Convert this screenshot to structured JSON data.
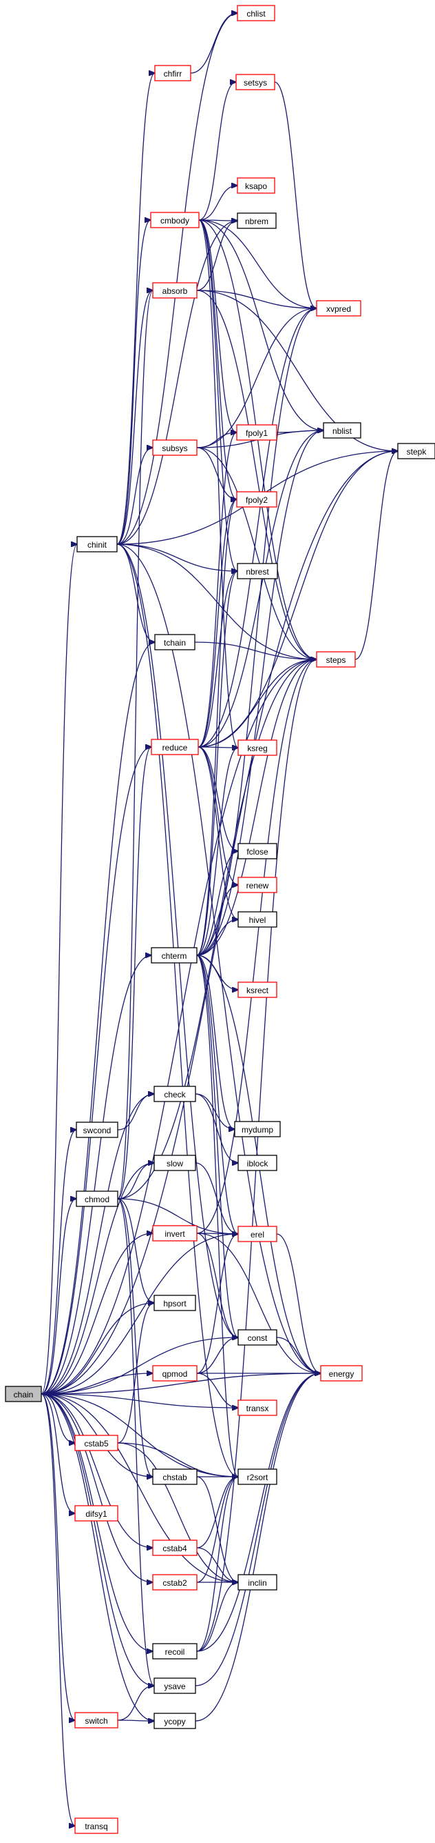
{
  "diagram": {
    "title": "chain call graph",
    "colors": {
      "edge": "#191970",
      "red_border": "#ff0000",
      "black_border": "#000000",
      "root_fill": "#bfbfbf"
    },
    "nodes": [
      {
        "id": "chain",
        "label": "chain",
        "style": "root"
      },
      {
        "id": "chlist",
        "label": "chlist",
        "style": "red"
      },
      {
        "id": "chfirr",
        "label": "chfirr",
        "style": "red"
      },
      {
        "id": "setsys",
        "label": "setsys",
        "style": "red"
      },
      {
        "id": "ksapo",
        "label": "ksapo",
        "style": "red"
      },
      {
        "id": "cmbody",
        "label": "cmbody",
        "style": "red"
      },
      {
        "id": "nbrem",
        "label": "nbrem",
        "style": "black"
      },
      {
        "id": "absorb",
        "label": "absorb",
        "style": "red"
      },
      {
        "id": "xvpred",
        "label": "xvpred",
        "style": "red"
      },
      {
        "id": "nblist",
        "label": "nblist",
        "style": "black"
      },
      {
        "id": "stepk",
        "label": "stepk",
        "style": "black"
      },
      {
        "id": "subsys",
        "label": "subsys",
        "style": "red"
      },
      {
        "id": "fpoly1",
        "label": "fpoly1",
        "style": "red"
      },
      {
        "id": "fpoly2",
        "label": "fpoly2",
        "style": "red"
      },
      {
        "id": "chinit",
        "label": "chinit",
        "style": "black"
      },
      {
        "id": "nbrest",
        "label": "nbrest",
        "style": "black"
      },
      {
        "id": "tchain",
        "label": "tchain",
        "style": "black"
      },
      {
        "id": "steps",
        "label": "steps",
        "style": "red"
      },
      {
        "id": "reduce",
        "label": "reduce",
        "style": "red"
      },
      {
        "id": "ksreg",
        "label": "ksreg",
        "style": "red"
      },
      {
        "id": "fclose",
        "label": "fclose",
        "style": "black"
      },
      {
        "id": "renew",
        "label": "renew",
        "style": "red"
      },
      {
        "id": "hivel",
        "label": "hivel",
        "style": "black"
      },
      {
        "id": "chterm",
        "label": "chterm",
        "style": "black"
      },
      {
        "id": "ksrect",
        "label": "ksrect",
        "style": "red"
      },
      {
        "id": "check",
        "label": "check",
        "style": "black"
      },
      {
        "id": "swcond",
        "label": "swcond",
        "style": "black"
      },
      {
        "id": "mydump",
        "label": "mydump",
        "style": "black"
      },
      {
        "id": "iblock",
        "label": "iblock",
        "style": "black"
      },
      {
        "id": "slow",
        "label": "slow",
        "style": "black"
      },
      {
        "id": "chmod",
        "label": "chmod",
        "style": "black"
      },
      {
        "id": "invert",
        "label": "invert",
        "style": "red"
      },
      {
        "id": "erel",
        "label": "erel",
        "style": "red"
      },
      {
        "id": "hpsort",
        "label": "hpsort",
        "style": "black"
      },
      {
        "id": "const",
        "label": "const",
        "style": "black"
      },
      {
        "id": "qpmod",
        "label": "qpmod",
        "style": "red"
      },
      {
        "id": "energy",
        "label": "energy",
        "style": "red"
      },
      {
        "id": "transx",
        "label": "transx",
        "style": "red"
      },
      {
        "id": "cstab5",
        "label": "cstab5",
        "style": "red"
      },
      {
        "id": "chstab",
        "label": "chstab",
        "style": "black"
      },
      {
        "id": "r2sort",
        "label": "r2sort",
        "style": "black"
      },
      {
        "id": "difsy1",
        "label": "difsy1",
        "style": "red"
      },
      {
        "id": "cstab4",
        "label": "cstab4",
        "style": "red"
      },
      {
        "id": "cstab2",
        "label": "cstab2",
        "style": "red"
      },
      {
        "id": "inclin",
        "label": "inclin",
        "style": "black"
      },
      {
        "id": "recoil",
        "label": "recoil",
        "style": "black"
      },
      {
        "id": "ysave",
        "label": "ysave",
        "style": "black"
      },
      {
        "id": "switch",
        "label": "switch",
        "style": "red"
      },
      {
        "id": "ycopy",
        "label": "ycopy",
        "style": "black"
      },
      {
        "id": "transq",
        "label": "transq",
        "style": "red"
      }
    ],
    "edges": [
      [
        "chain",
        "chinit"
      ],
      [
        "chain",
        "tchain"
      ],
      [
        "chain",
        "steps"
      ],
      [
        "chain",
        "reduce"
      ],
      [
        "chain",
        "chterm"
      ],
      [
        "chain",
        "swcond"
      ],
      [
        "chain",
        "check"
      ],
      [
        "chain",
        "slow"
      ],
      [
        "chain",
        "chmod"
      ],
      [
        "chain",
        "invert"
      ],
      [
        "chain",
        "erel"
      ],
      [
        "chain",
        "const"
      ],
      [
        "chain",
        "qpmod"
      ],
      [
        "chain",
        "transx"
      ],
      [
        "chain",
        "energy"
      ],
      [
        "chain",
        "cstab5"
      ],
      [
        "chain",
        "chstab"
      ],
      [
        "chain",
        "r2sort"
      ],
      [
        "chain",
        "difsy1"
      ],
      [
        "chain",
        "cstab4"
      ],
      [
        "chain",
        "cstab2"
      ],
      [
        "chain",
        "inclin"
      ],
      [
        "chain",
        "recoil"
      ],
      [
        "chain",
        "ysave"
      ],
      [
        "chain",
        "switch"
      ],
      [
        "chain",
        "ycopy"
      ],
      [
        "chain",
        "transq"
      ],
      [
        "chain",
        "stepk"
      ],
      [
        "chain",
        "hpsort"
      ],
      [
        "chfirr",
        "chlist"
      ],
      [
        "cmbody",
        "setsys"
      ],
      [
        "cmbody",
        "ksapo"
      ],
      [
        "cmbody",
        "nbrem"
      ],
      [
        "cmbody",
        "xvpred"
      ],
      [
        "cmbody",
        "nblist"
      ],
      [
        "cmbody",
        "fpoly1"
      ],
      [
        "cmbody",
        "fpoly2"
      ],
      [
        "cmbody",
        "nbrest"
      ],
      [
        "cmbody",
        "ksreg"
      ],
      [
        "cmbody",
        "steps"
      ],
      [
        "setsys",
        "xvpred"
      ],
      [
        "absorb",
        "nbrem"
      ],
      [
        "absorb",
        "xvpred"
      ],
      [
        "absorb",
        "stepk"
      ],
      [
        "absorb",
        "steps"
      ],
      [
        "subsys",
        "xvpred"
      ],
      [
        "subsys",
        "fpoly1"
      ],
      [
        "subsys",
        "nblist"
      ],
      [
        "subsys",
        "fpoly2"
      ],
      [
        "subsys",
        "steps"
      ],
      [
        "fpoly1",
        "nblist"
      ],
      [
        "chinit",
        "chlist"
      ],
      [
        "chinit",
        "chfirr"
      ],
      [
        "chinit",
        "cmbody"
      ],
      [
        "chinit",
        "absorb"
      ],
      [
        "chinit",
        "subsys"
      ],
      [
        "chinit",
        "nbrest"
      ],
      [
        "chinit",
        "steps"
      ],
      [
        "chinit",
        "tchain"
      ],
      [
        "chinit",
        "stepk"
      ],
      [
        "chinit",
        "nbrem"
      ],
      [
        "chinit",
        "r2sort"
      ],
      [
        "chinit",
        "const"
      ],
      [
        "chinit",
        "energy"
      ],
      [
        "tchain",
        "steps"
      ],
      [
        "steps",
        "stepk"
      ],
      [
        "reduce",
        "ksreg"
      ],
      [
        "reduce",
        "fclose"
      ],
      [
        "reduce",
        "renew"
      ],
      [
        "reduce",
        "hivel"
      ],
      [
        "reduce",
        "steps"
      ],
      [
        "reduce",
        "xvpred"
      ],
      [
        "reduce",
        "fpoly1"
      ],
      [
        "reduce",
        "fpoly2"
      ],
      [
        "reduce",
        "nbrest"
      ],
      [
        "reduce",
        "nblist"
      ],
      [
        "reduce",
        "stepk"
      ],
      [
        "chterm",
        "fclose"
      ],
      [
        "chterm",
        "renew"
      ],
      [
        "chterm",
        "hivel"
      ],
      [
        "chterm",
        "ksrect"
      ],
      [
        "chterm",
        "steps"
      ],
      [
        "chterm",
        "nblist"
      ],
      [
        "chterm",
        "xvpred"
      ],
      [
        "chterm",
        "fpoly2"
      ],
      [
        "chterm",
        "ksreg"
      ],
      [
        "chterm",
        "nbrest"
      ],
      [
        "chterm",
        "mydump"
      ],
      [
        "chterm",
        "erel"
      ],
      [
        "chterm",
        "const"
      ],
      [
        "chterm",
        "r2sort"
      ],
      [
        "chterm",
        "energy"
      ],
      [
        "swcond",
        "check"
      ],
      [
        "check",
        "mydump"
      ],
      [
        "check",
        "iblock"
      ],
      [
        "chmod",
        "slow"
      ],
      [
        "chmod",
        "reduce"
      ],
      [
        "chmod",
        "absorb"
      ],
      [
        "chmod",
        "hpsort"
      ],
      [
        "chmod",
        "chstab"
      ],
      [
        "chmod",
        "steps"
      ],
      [
        "chmod",
        "erel"
      ],
      [
        "chmod",
        "ysave"
      ],
      [
        "slow",
        "erel"
      ],
      [
        "invert",
        "erel"
      ],
      [
        "invert",
        "energy"
      ],
      [
        "invert",
        "const"
      ],
      [
        "invert",
        "steps"
      ],
      [
        "erel",
        "energy"
      ],
      [
        "qpmod",
        "const"
      ],
      [
        "qpmod",
        "erel"
      ],
      [
        "qpmod",
        "energy"
      ],
      [
        "qpmod",
        "transx"
      ],
      [
        "const",
        "energy"
      ],
      [
        "cstab5",
        "hpsort"
      ],
      [
        "cstab5",
        "r2sort"
      ],
      [
        "cstab5",
        "inclin"
      ],
      [
        "chstab",
        "r2sort"
      ],
      [
        "chstab",
        "inclin"
      ],
      [
        "cstab4",
        "r2sort"
      ],
      [
        "cstab4",
        "inclin"
      ],
      [
        "cstab2",
        "r2sort"
      ],
      [
        "cstab2",
        "inclin"
      ],
      [
        "recoil",
        "r2sort"
      ],
      [
        "recoil",
        "inclin"
      ],
      [
        "recoil",
        "energy"
      ],
      [
        "recoil",
        "steps"
      ],
      [
        "ysave",
        "energy"
      ],
      [
        "switch",
        "ysave"
      ],
      [
        "switch",
        "ycopy"
      ],
      [
        "ycopy",
        "energy"
      ]
    ]
  }
}
